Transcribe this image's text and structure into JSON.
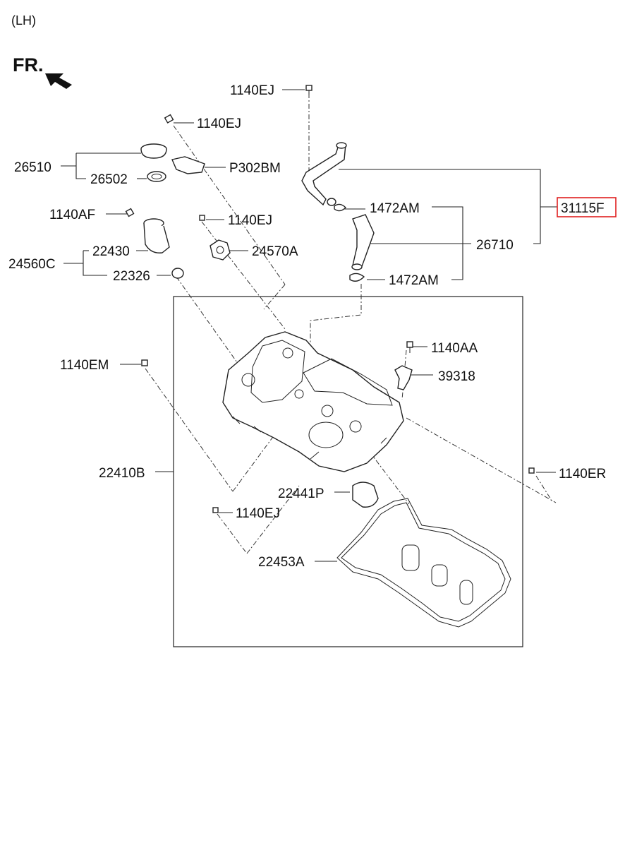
{
  "header": {
    "side": "(LH)",
    "front": "FR."
  },
  "parts": {
    "p1140ej_top": "1140EJ",
    "p1140ej_left": "1140EJ",
    "p26510": "26510",
    "p26502": "26502",
    "pP302BM": "P302BM",
    "p31115F": "31115F",
    "p1140af": "1140AF",
    "p1140ej_mid": "1140EJ",
    "p1472am_top": "1472AM",
    "p22430": "22430",
    "p24560c": "24560C",
    "p24570a": "24570A",
    "p26710": "26710",
    "p22326": "22326",
    "p1472am_bot": "1472AM",
    "p1140aa": "1140AA",
    "p1140em": "1140EM",
    "p39318": "39318",
    "p22410b": "22410B",
    "p1140er": "1140ER",
    "p22441p": "22441P",
    "p1140ej_low": "1140EJ",
    "p22453a": "22453A"
  },
  "highlight": {
    "part": "31115F",
    "color": "#e02020"
  },
  "icons": [
    "front-arrow-icon",
    "bolt-icon",
    "oil-cap-icon",
    "hose-icon",
    "clamp-icon",
    "sensor-icon",
    "gasket-icon",
    "valve-cover-icon"
  ]
}
